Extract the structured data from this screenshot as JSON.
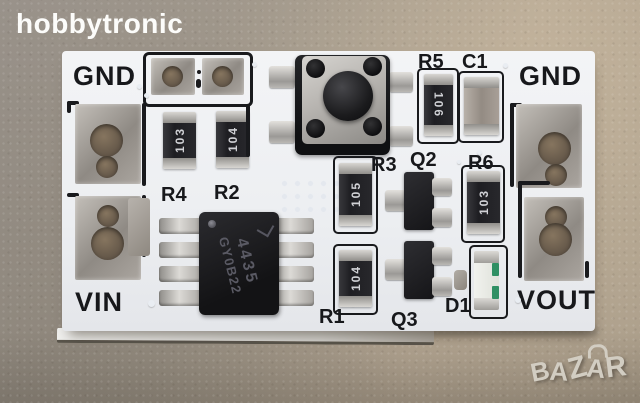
{
  "watermark": {
    "text": "hobbytronic"
  },
  "bazar_logo": {
    "text": "BAZAR",
    "letters": [
      "B",
      "A",
      "Z",
      "A",
      "R"
    ]
  },
  "pcb": {
    "labels": {
      "gnd_left": "GND",
      "gnd_right": "GND",
      "vin": "VIN",
      "vout": "VOUT",
      "r1": "R1",
      "r2": "R2",
      "r3": "R3",
      "r4": "R4",
      "r5": "R5",
      "r6": "R6",
      "q2": "Q2",
      "q3": "Q3",
      "c1": "C1",
      "d1": "D1"
    },
    "markings": {
      "r1": "104",
      "r2": "104",
      "r3": "105",
      "r4": "103",
      "r5": "106",
      "r6": "103",
      "ic_line1": "4435",
      "ic_line2": "GY0B22"
    },
    "colors": {
      "board_white": "#f1f2f5",
      "silkscreen_black": "#17181b",
      "pad_silver": "#aaa59e",
      "component_black": "#1d1d21",
      "led_green": "#2f8f63"
    }
  }
}
